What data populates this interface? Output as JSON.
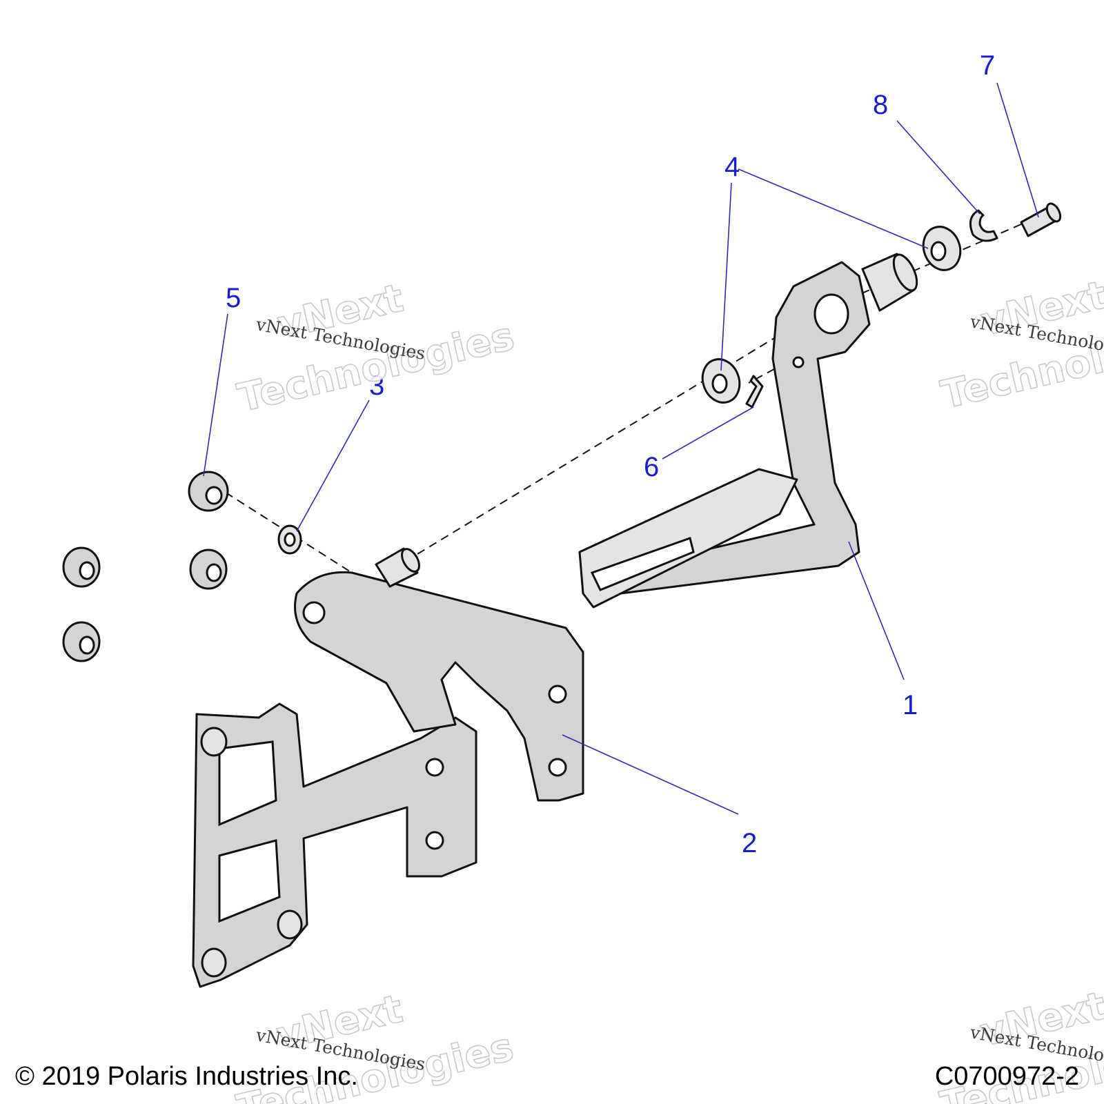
{
  "callouts": [
    {
      "label": "1"
    },
    {
      "label": "2"
    },
    {
      "label": "3"
    },
    {
      "label": "4"
    },
    {
      "label": "5"
    },
    {
      "label": "6"
    },
    {
      "label": "7"
    },
    {
      "label": "8"
    }
  ],
  "watermark": {
    "line_small": "vNext Technologies",
    "line_big_1": "vNext",
    "line_big_2": "Technologies"
  },
  "footer": {
    "copyright": "© 2019 Polaris Industries Inc.",
    "drawing_number": "C0700972-2"
  },
  "colors": {
    "callout": "#1a1ad0",
    "leader": "#2b2bb0"
  }
}
